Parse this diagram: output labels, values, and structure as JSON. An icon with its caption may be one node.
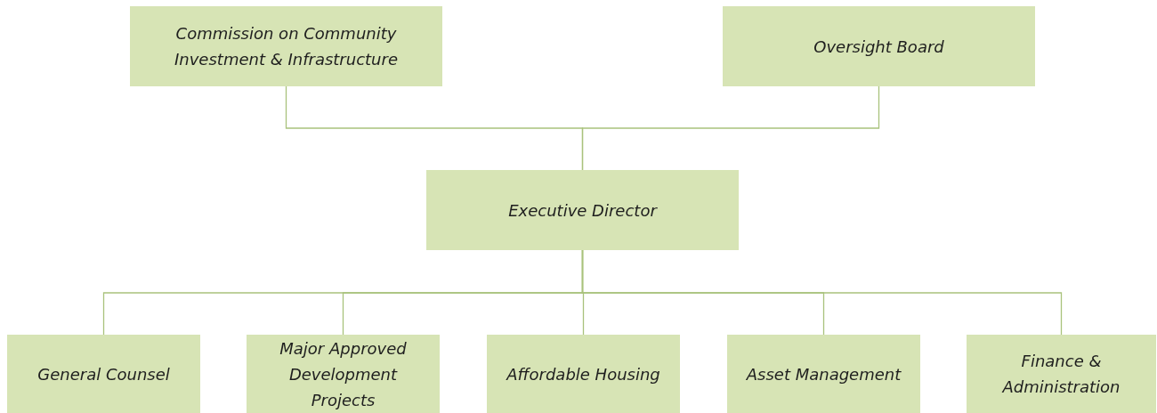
{
  "diagram": {
    "nodes": [
      {
        "text": [
          "Commission on Community Investment & Infrastructure"
        ]
      },
      {
        "text": [
          "Oversight Board"
        ]
      },
      {
        "text": [
          "Executive Director"
        ]
      },
      {
        "text": [
          "General Counsel"
        ]
      },
      {
        "text": [
          "Major Approved Development Projects"
        ]
      },
      {
        "text": [
          "Affordable Housing"
        ]
      },
      {
        "text": [
          "Asset Management"
        ]
      },
      {
        "text": [
          "Finance & Administration"
        ]
      }
    ],
    "edges": [
      {
        "from": 0,
        "to": 2,
        "arrow": "none"
      },
      {
        "from": 1,
        "to": 2,
        "arrow": "none"
      },
      {
        "from": 2,
        "to": 3,
        "arrow": "none"
      },
      {
        "from": 2,
        "to": 4,
        "arrow": "none"
      },
      {
        "from": 2,
        "to": 5,
        "arrow": "none"
      },
      {
        "from": 2,
        "to": 6,
        "arrow": "none"
      },
      {
        "from": 2,
        "to": 7,
        "arrow": "none"
      }
    ]
  }
}
